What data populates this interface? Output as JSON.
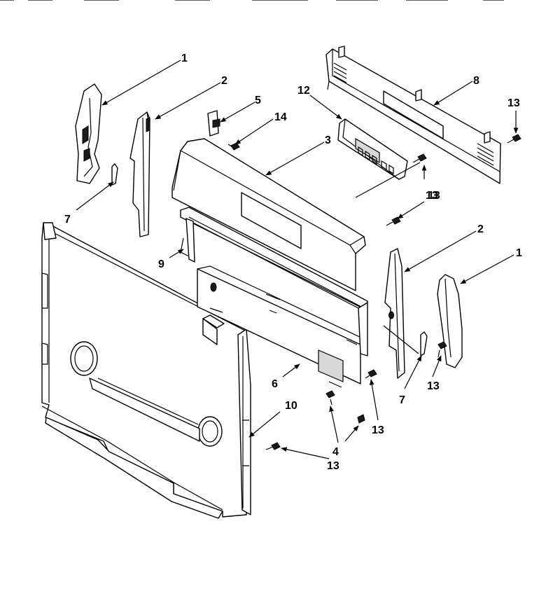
{
  "callouts": [
    {
      "label": "1"
    },
    {
      "label": "2"
    },
    {
      "label": "5"
    },
    {
      "label": "14"
    },
    {
      "label": "12"
    },
    {
      "label": "8"
    },
    {
      "label": "13"
    },
    {
      "label": "3"
    },
    {
      "label": "13"
    },
    {
      "label": "7"
    },
    {
      "label": "13"
    },
    {
      "label": "2"
    },
    {
      "label": "1"
    },
    {
      "label": "9"
    },
    {
      "label": "6"
    },
    {
      "label": "7"
    },
    {
      "label": "13"
    },
    {
      "label": "10"
    },
    {
      "label": "13"
    },
    {
      "label": "4"
    },
    {
      "label": "13"
    }
  ]
}
